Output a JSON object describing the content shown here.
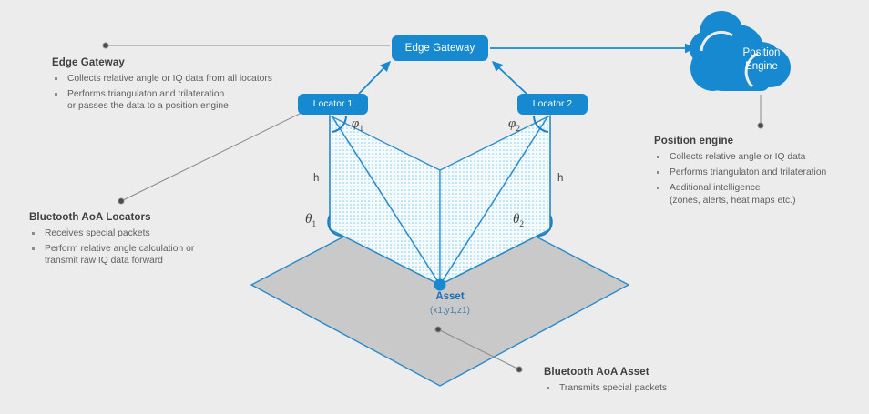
{
  "diagram": {
    "title": "Bluetooth AoA positioning architecture",
    "colors": {
      "brand_blue": "#1789d0",
      "line_blue": "#1b7fc4",
      "asset_blue": "#1b6fb5",
      "floor_gray": "#c9c9c9",
      "background": "#ececec",
      "leader_gray": "#8a8a8a",
      "text_gray": "#5f5f5f",
      "heading_gray": "#3f3f3f"
    }
  },
  "nodes": {
    "edge_gateway": "Edge Gateway",
    "locator_1": "Locator 1",
    "locator_2": "Locator 2",
    "position_engine_cloud": "Position\nEngine",
    "asset_name": "Asset",
    "asset_coordinates": "(x1,y1,z1)"
  },
  "measures": {
    "phi_1": "φ",
    "phi_1_sub": "1",
    "phi_2": "φ",
    "phi_2_sub": "2",
    "theta_1": "θ",
    "theta_1_sub": "1",
    "theta_2": "θ",
    "theta_2_sub": "2",
    "height_left": "h",
    "height_right": "h"
  },
  "callouts": [
    {
      "id": "edge-gateway",
      "title": "Edge Gateway",
      "bullets": [
        "Collects relative angle or IQ data from all locators",
        "Performs triangulaton and trilateration\nor passes the data to a position engine"
      ]
    },
    {
      "id": "locators",
      "title": "Bluetooth AoA Locators",
      "bullets": [
        "Receives special packets",
        "Perform relative angle calculation or\ntransmit raw IQ data forward"
      ]
    },
    {
      "id": "position-engine",
      "title": "Position engine",
      "bullets": [
        "Collects relative angle or IQ data",
        "Performs triangulaton and trilateration",
        "Additional intelligence\n(zones, alerts, heat maps etc.)"
      ]
    },
    {
      "id": "asset",
      "title": "Bluetooth AoA Asset",
      "bullets": [
        "Transmits special packets"
      ]
    }
  ]
}
